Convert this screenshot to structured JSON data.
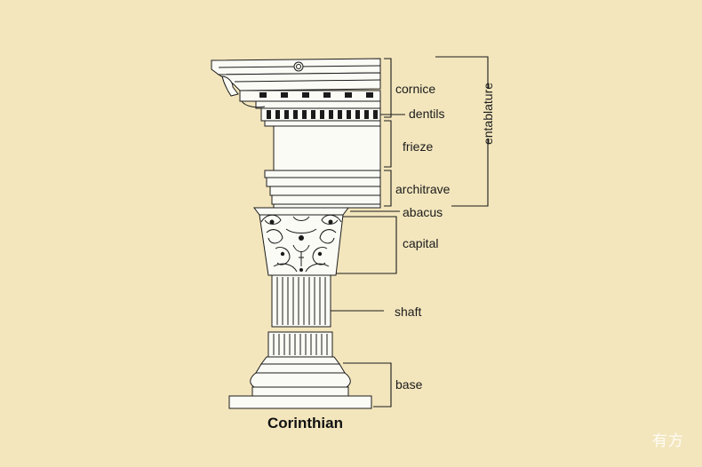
{
  "labels": {
    "cornice": "cornice",
    "dentils": "dentils",
    "frieze": "frieze",
    "architrave": "architrave",
    "abacus": "abacus",
    "capital": "capital",
    "shaft": "shaft",
    "base": "base",
    "entablature": "entablature"
  },
  "caption": "Corinthian",
  "watermark": "有方",
  "colors": {
    "background": "#f3e6bd",
    "stone": "#fbfbf6",
    "ink": "#1b1b1b"
  }
}
